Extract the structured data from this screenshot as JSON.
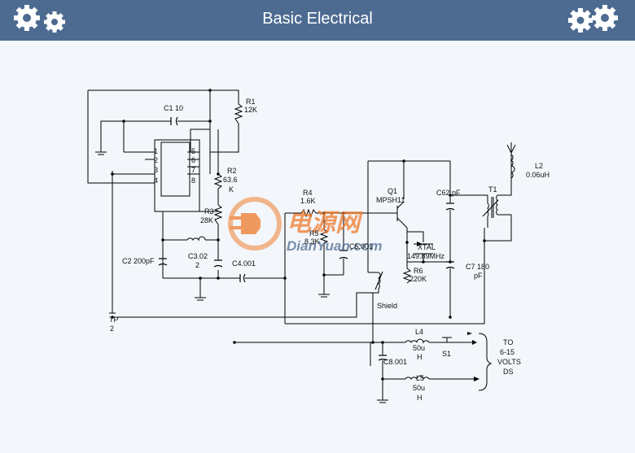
{
  "header": {
    "title": "Basic Electrical"
  },
  "icons": {
    "left": "gears-icon",
    "right": "gears-icon"
  },
  "colors": {
    "header_bg": "#4d6b91",
    "canvas_bg": "#f3f6fa",
    "wire": "#000000",
    "watermark": "#f07a2a"
  },
  "components": {
    "r1": "R1",
    "r1_val": "12K",
    "c1": "C1 10",
    "r2": "R2",
    "r2_val": "63.6",
    "r2_unit": "K",
    "r3": "R3",
    "r3_val": "28K",
    "c2": "C2 200pF",
    "c3": "C3.02",
    "c3_val": "2",
    "c4": "C4.001",
    "r4": "R4",
    "r4_val": "1.6K",
    "r5": "R5",
    "r5_val": "8.3K",
    "c5": "C5.001",
    "q1": "Q1",
    "q1_val": "MPSH11",
    "c6": "C62 pF",
    "t1": "T1",
    "l2": "L2",
    "l2_val": "0.06uH",
    "xtal": "XTAL",
    "xtal_val": "149.89MHz",
    "r6": "R6",
    "r6_val": "220K",
    "c7": "C7 180",
    "c7_unit": "pF",
    "shield": "Shield",
    "tp": "TP",
    "tp_val": "2",
    "l4": "L4",
    "l4_val": "50u",
    "l4_unit": "H",
    "s1": "S1",
    "c8": "C8.001",
    "l5": "L5",
    "l5_val": "50u",
    "l5_unit": "H",
    "pin1": "1",
    "pin2": "2",
    "pin3": "3",
    "pin4": "4",
    "pin5": "5",
    "pin6": "6",
    "pin7": "7",
    "pin8": "8"
  },
  "supply": {
    "line1": "TO",
    "line2": "6-15",
    "line3": "VOLTS",
    "line4": "DS"
  },
  "watermark": {
    "cn": "电源网",
    "en": "DianYuan.com"
  }
}
